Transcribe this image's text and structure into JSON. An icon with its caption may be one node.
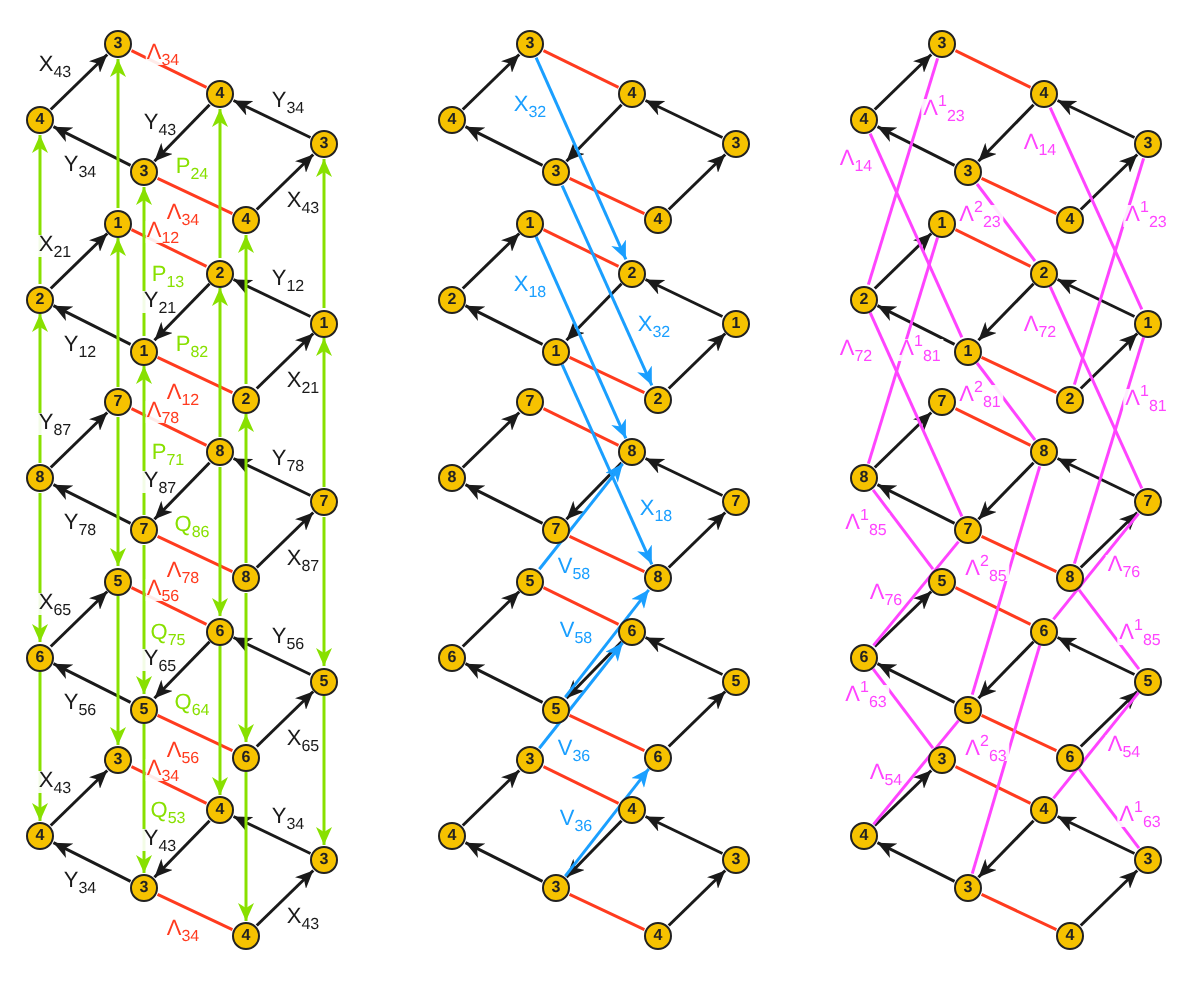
{
  "diagram": {
    "nodes": [
      {
        "text": [
          "3"
        ]
      },
      {
        "text": [
          "4"
        ]
      },
      {
        "text": [
          "4"
        ]
      },
      {
        "text": [
          "3"
        ]
      },
      {
        "text": [
          "3"
        ]
      },
      {
        "text": [
          "4"
        ]
      },
      {
        "text": [
          "1"
        ]
      },
      {
        "text": [
          "2"
        ]
      },
      {
        "text": [
          "2"
        ]
      },
      {
        "text": [
          "1"
        ]
      },
      {
        "text": [
          "1"
        ]
      },
      {
        "text": [
          "2"
        ]
      },
      {
        "text": [
          "7"
        ]
      },
      {
        "text": [
          "8"
        ]
      },
      {
        "text": [
          "8"
        ]
      },
      {
        "text": [
          "7"
        ]
      },
      {
        "text": [
          "7"
        ]
      },
      {
        "text": [
          "8"
        ]
      },
      {
        "text": [
          "5"
        ]
      },
      {
        "text": [
          "6"
        ]
      },
      {
        "text": [
          "6"
        ]
      },
      {
        "text": [
          "5"
        ]
      },
      {
        "text": [
          "5"
        ]
      },
      {
        "text": [
          "6"
        ]
      },
      {
        "text": [
          "3"
        ]
      },
      {
        "text": [
          "4"
        ]
      },
      {
        "text": [
          "4"
        ]
      },
      {
        "text": [
          "3"
        ]
      },
      {
        "text": [
          "3"
        ]
      },
      {
        "text": [
          "4"
        ]
      },
      {
        "text": [
          "3"
        ]
      },
      {
        "text": [
          "4"
        ]
      },
      {
        "text": [
          "4"
        ]
      },
      {
        "text": [
          "3"
        ]
      },
      {
        "text": [
          "3"
        ]
      },
      {
        "text": [
          "4"
        ]
      },
      {
        "text": [
          "1"
        ]
      },
      {
        "text": [
          "2"
        ]
      },
      {
        "text": [
          "2"
        ]
      },
      {
        "text": [
          "1"
        ]
      },
      {
        "text": [
          "1"
        ]
      },
      {
        "text": [
          "2"
        ]
      },
      {
        "text": [
          "7"
        ]
      },
      {
        "text": [
          "8"
        ]
      },
      {
        "text": [
          "8"
        ]
      },
      {
        "text": [
          "7"
        ]
      },
      {
        "text": [
          "7"
        ]
      },
      {
        "text": [
          "8"
        ]
      },
      {
        "text": [
          "5"
        ]
      },
      {
        "text": [
          "6"
        ]
      },
      {
        "text": [
          "6"
        ]
      },
      {
        "text": [
          "5"
        ]
      },
      {
        "text": [
          "5"
        ]
      },
      {
        "text": [
          "6"
        ]
      },
      {
        "text": [
          "3"
        ]
      },
      {
        "text": [
          "4"
        ]
      },
      {
        "text": [
          "4"
        ]
      },
      {
        "text": [
          "3"
        ]
      },
      {
        "text": [
          "3"
        ]
      },
      {
        "text": [
          "4"
        ]
      },
      {
        "text": [
          "3"
        ]
      },
      {
        "text": [
          "4"
        ]
      },
      {
        "text": [
          "4"
        ]
      },
      {
        "text": [
          "3"
        ]
      },
      {
        "text": [
          "3"
        ]
      },
      {
        "text": [
          "4"
        ]
      },
      {
        "text": [
          "1"
        ]
      },
      {
        "text": [
          "2"
        ]
      },
      {
        "text": [
          "2"
        ]
      },
      {
        "text": [
          "1"
        ]
      },
      {
        "text": [
          "1"
        ]
      },
      {
        "text": [
          "2"
        ]
      },
      {
        "text": [
          "7"
        ]
      },
      {
        "text": [
          "8"
        ]
      },
      {
        "text": [
          "8"
        ]
      },
      {
        "text": [
          "7"
        ]
      },
      {
        "text": [
          "7"
        ]
      },
      {
        "text": [
          "8"
        ]
      },
      {
        "text": [
          "5"
        ]
      },
      {
        "text": [
          "6"
        ]
      },
      {
        "text": [
          "6"
        ]
      },
      {
        "text": [
          "5"
        ]
      },
      {
        "text": [
          "5"
        ]
      },
      {
        "text": [
          "6"
        ]
      },
      {
        "text": [
          "3"
        ]
      },
      {
        "text": [
          "4"
        ]
      },
      {
        "text": [
          "4"
        ]
      },
      {
        "text": [
          "3"
        ]
      },
      {
        "text": [
          "3"
        ]
      },
      {
        "text": [
          "4"
        ]
      }
    ],
    "edges": [
      {
        "from": 1,
        "to": 0,
        "arrow": "to",
        "label": "X$_{43}$"
      },
      {
        "from": 3,
        "to": 1,
        "arrow": "to",
        "label": "Y$_{34}$"
      },
      {
        "from": 2,
        "to": 3,
        "arrow": "to",
        "label": "Y$_{43}$"
      },
      {
        "from": 4,
        "to": 2,
        "arrow": "to",
        "label": "Y$_{34}$"
      },
      {
        "from": 5,
        "to": 4,
        "arrow": "to",
        "label": "X$_{43}$"
      },
      {
        "from": 0,
        "to": 2,
        "arrow": "none",
        "label": "Λ$_{34}$",
        "color": "#ff3b1f"
      },
      {
        "from": 3,
        "to": 5,
        "arrow": "none",
        "label": "Λ$_{34}$",
        "color": "#ff3b1f"
      },
      {
        "from": 7,
        "to": 6,
        "arrow": "to",
        "label": "X$_{21}$"
      },
      {
        "from": 9,
        "to": 7,
        "arrow": "to",
        "label": "Y$_{12}$"
      },
      {
        "from": 8,
        "to": 9,
        "arrow": "to",
        "label": "Y$_{21}$"
      },
      {
        "from": 10,
        "to": 8,
        "arrow": "to",
        "label": "Y$_{12}$"
      },
      {
        "from": 11,
        "to": 10,
        "arrow": "to",
        "label": "X$_{21}$"
      },
      {
        "from": 6,
        "to": 8,
        "arrow": "none",
        "label": "Λ$_{12}$",
        "color": "#ff3b1f"
      },
      {
        "from": 9,
        "to": 11,
        "arrow": "none",
        "label": "Λ$_{12}$",
        "color": "#ff3b1f"
      },
      {
        "from": 13,
        "to": 12,
        "arrow": "to",
        "label": "Y$_{87}$"
      },
      {
        "from": 15,
        "to": 13,
        "arrow": "to",
        "label": "Y$_{78}$"
      },
      {
        "from": 14,
        "to": 15,
        "arrow": "to",
        "label": "Y$_{87}$"
      },
      {
        "from": 16,
        "to": 14,
        "arrow": "to",
        "label": "Y$_{78}$"
      },
      {
        "from": 17,
        "to": 16,
        "arrow": "to",
        "label": "X$_{87}$"
      },
      {
        "from": 12,
        "to": 14,
        "arrow": "none",
        "label": "Λ$_{78}$",
        "color": "#ff3b1f"
      },
      {
        "from": 15,
        "to": 17,
        "arrow": "none",
        "label": "Λ$_{78}$",
        "color": "#ff3b1f"
      },
      {
        "from": 19,
        "to": 18,
        "arrow": "to",
        "label": "X$_{65}$"
      },
      {
        "from": 21,
        "to": 19,
        "arrow": "to",
        "label": "Y$_{56}$"
      },
      {
        "from": 20,
        "to": 21,
        "arrow": "to",
        "label": "Y$_{65}$"
      },
      {
        "from": 22,
        "to": 20,
        "arrow": "to",
        "label": "Y$_{56}$"
      },
      {
        "from": 23,
        "to": 22,
        "arrow": "to",
        "label": "X$_{65}$"
      },
      {
        "from": 18,
        "to": 20,
        "arrow": "none",
        "label": "Λ$_{56}$",
        "color": "#ff3b1f"
      },
      {
        "from": 21,
        "to": 23,
        "arrow": "none",
        "label": "Λ$_{56}$",
        "color": "#ff3b1f"
      },
      {
        "from": 25,
        "to": 24,
        "arrow": "to",
        "label": "X$_{43}$"
      },
      {
        "from": 27,
        "to": 25,
        "arrow": "to",
        "label": "Y$_{34}$"
      },
      {
        "from": 26,
        "to": 27,
        "arrow": "to",
        "label": "Y$_{43}$"
      },
      {
        "from": 28,
        "to": 26,
        "arrow": "to",
        "label": "Y$_{34}$"
      },
      {
        "from": 29,
        "to": 28,
        "arrow": "to",
        "label": "X$_{43}$"
      },
      {
        "from": 24,
        "to": 26,
        "arrow": "none",
        "label": "Λ$_{34}$",
        "color": "#ff3b1f"
      },
      {
        "from": 27,
        "to": 29,
        "arrow": "none",
        "label": "Λ$_{34}$",
        "color": "#ff3b1f"
      },
      {
        "from": 6,
        "to": 0,
        "arrow": "to",
        "color": "#88e000"
      },
      {
        "from": 7,
        "to": 1,
        "arrow": "to",
        "color": "#88e000"
      },
      {
        "from": 8,
        "to": 2,
        "arrow": "to",
        "label": "P$_{24}$",
        "color": "#88e000"
      },
      {
        "from": 9,
        "to": 3,
        "arrow": "to",
        "label": "P$_{13}$",
        "color": "#88e000"
      },
      {
        "from": 10,
        "to": 4,
        "arrow": "to",
        "color": "#88e000"
      },
      {
        "from": 11,
        "to": 5,
        "arrow": "to",
        "color": "#88e000"
      },
      {
        "from": 12,
        "to": 6,
        "arrow": "to",
        "color": "#88e000"
      },
      {
        "from": 13,
        "to": 7,
        "arrow": "to",
        "color": "#88e000"
      },
      {
        "from": 14,
        "to": 8,
        "arrow": "to",
        "label": "P$_{82}$",
        "color": "#88e000"
      },
      {
        "from": 15,
        "to": 9,
        "arrow": "to",
        "label": "P$_{71}$",
        "color": "#88e000"
      },
      {
        "from": 16,
        "to": 10,
        "arrow": "to",
        "color": "#88e000"
      },
      {
        "from": 17,
        "to": 11,
        "arrow": "to",
        "color": "#88e000"
      },
      {
        "from": 12,
        "to": 18,
        "arrow": "to",
        "color": "#88e000"
      },
      {
        "from": 13,
        "to": 19,
        "arrow": "to",
        "color": "#88e000"
      },
      {
        "from": 14,
        "to": 20,
        "arrow": "to",
        "label": "Q$_{86}$",
        "color": "#88e000"
      },
      {
        "from": 15,
        "to": 21,
        "arrow": "to",
        "label": "Q$_{75}$",
        "color": "#88e000"
      },
      {
        "from": 16,
        "to": 22,
        "arrow": "to",
        "color": "#88e000"
      },
      {
        "from": 17,
        "to": 23,
        "arrow": "to",
        "color": "#88e000"
      },
      {
        "from": 18,
        "to": 24,
        "arrow": "to",
        "color": "#88e000"
      },
      {
        "from": 19,
        "to": 25,
        "arrow": "to",
        "color": "#88e000"
      },
      {
        "from": 20,
        "to": 26,
        "arrow": "to",
        "label": "Q$_{64}$",
        "color": "#88e000"
      },
      {
        "from": 21,
        "to": 27,
        "arrow": "to",
        "label": "Q$_{53}$",
        "color": "#88e000"
      },
      {
        "from": 22,
        "to": 28,
        "arrow": "to",
        "color": "#88e000"
      },
      {
        "from": 23,
        "to": 29,
        "arrow": "to",
        "color": "#88e000"
      },
      {
        "from": 31,
        "to": 30,
        "arrow": "to"
      },
      {
        "from": 33,
        "to": 31,
        "arrow": "to"
      },
      {
        "from": 32,
        "to": 33,
        "arrow": "to"
      },
      {
        "from": 34,
        "to": 32,
        "arrow": "to"
      },
      {
        "from": 35,
        "to": 34,
        "arrow": "to"
      },
      {
        "from": 30,
        "to": 32,
        "arrow": "none",
        "color": "#ff3b1f"
      },
      {
        "from": 33,
        "to": 35,
        "arrow": "none",
        "color": "#ff3b1f"
      },
      {
        "from": 37,
        "to": 36,
        "arrow": "to"
      },
      {
        "from": 39,
        "to": 37,
        "arrow": "to"
      },
      {
        "from": 38,
        "to": 39,
        "arrow": "to"
      },
      {
        "from": 40,
        "to": 38,
        "arrow": "to"
      },
      {
        "from": 41,
        "to": 40,
        "arrow": "to"
      },
      {
        "from": 36,
        "to": 38,
        "arrow": "none",
        "color": "#ff3b1f"
      },
      {
        "from": 39,
        "to": 41,
        "arrow": "none",
        "color": "#ff3b1f"
      },
      {
        "from": 43,
        "to": 42,
        "arrow": "to"
      },
      {
        "from": 45,
        "to": 43,
        "arrow": "to"
      },
      {
        "from": 44,
        "to": 45,
        "arrow": "to"
      },
      {
        "from": 46,
        "to": 44,
        "arrow": "to"
      },
      {
        "from": 47,
        "to": 46,
        "arrow": "to"
      },
      {
        "from": 42,
        "to": 44,
        "arrow": "none",
        "color": "#ff3b1f"
      },
      {
        "from": 45,
        "to": 47,
        "arrow": "none",
        "color": "#ff3b1f"
      },
      {
        "from": 49,
        "to": 48,
        "arrow": "to"
      },
      {
        "from": 51,
        "to": 49,
        "arrow": "to"
      },
      {
        "from": 50,
        "to": 51,
        "arrow": "to"
      },
      {
        "from": 52,
        "to": 50,
        "arrow": "to"
      },
      {
        "from": 53,
        "to": 52,
        "arrow": "to"
      },
      {
        "from": 48,
        "to": 50,
        "arrow": "none",
        "color": "#ff3b1f"
      },
      {
        "from": 51,
        "to": 53,
        "arrow": "none",
        "color": "#ff3b1f"
      },
      {
        "from": 55,
        "to": 54,
        "arrow": "to"
      },
      {
        "from": 57,
        "to": 55,
        "arrow": "to"
      },
      {
        "from": 56,
        "to": 57,
        "arrow": "to"
      },
      {
        "from": 58,
        "to": 56,
        "arrow": "to"
      },
      {
        "from": 59,
        "to": 58,
        "arrow": "to"
      },
      {
        "from": 54,
        "to": 56,
        "arrow": "none",
        "color": "#ff3b1f"
      },
      {
        "from": 57,
        "to": 59,
        "arrow": "none",
        "color": "#ff3b1f"
      },
      {
        "from": 30,
        "to": 38,
        "arrow": "to",
        "label": "X$_{32}$",
        "color": "#1a9fff"
      },
      {
        "from": 33,
        "to": 41,
        "arrow": "to",
        "label": "X$_{32}$",
        "color": "#1a9fff"
      },
      {
        "from": 36,
        "to": 44,
        "arrow": "to",
        "label": "X$_{18}$",
        "color": "#1a9fff"
      },
      {
        "from": 39,
        "to": 47,
        "arrow": "to",
        "label": "X$_{18}$",
        "color": "#1a9fff"
      },
      {
        "from": 48,
        "to": 44,
        "arrow": "to",
        "label": "V$_{58}$",
        "color": "#1a9fff"
      },
      {
        "from": 51,
        "to": 47,
        "arrow": "to",
        "label": "V$_{58}$",
        "color": "#1a9fff"
      },
      {
        "from": 54,
        "to": 50,
        "arrow": "to",
        "label": "V$_{36}$",
        "color": "#1a9fff"
      },
      {
        "from": 57,
        "to": 53,
        "arrow": "to",
        "label": "V$_{36}$",
        "color": "#1a9fff"
      },
      {
        "from": 61,
        "to": 60,
        "arrow": "to"
      },
      {
        "from": 63,
        "to": 61,
        "arrow": "to"
      },
      {
        "from": 62,
        "to": 63,
        "arrow": "to"
      },
      {
        "from": 64,
        "to": 62,
        "arrow": "to"
      },
      {
        "from": 65,
        "to": 64,
        "arrow": "to"
      },
      {
        "from": 60,
        "to": 62,
        "arrow": "none",
        "color": "#ff3b1f"
      },
      {
        "from": 63,
        "to": 65,
        "arrow": "none",
        "color": "#ff3b1f"
      },
      {
        "from": 67,
        "to": 66,
        "arrow": "to"
      },
      {
        "from": 69,
        "to": 67,
        "arrow": "to"
      },
      {
        "from": 68,
        "to": 69,
        "arrow": "to"
      },
      {
        "from": 70,
        "to": 68,
        "arrow": "to"
      },
      {
        "from": 71,
        "to": 70,
        "arrow": "to"
      },
      {
        "from": 66,
        "to": 68,
        "arrow": "none",
        "color": "#ff3b1f"
      },
      {
        "from": 69,
        "to": 71,
        "arrow": "none",
        "color": "#ff3b1f"
      },
      {
        "from": 73,
        "to": 72,
        "arrow": "to"
      },
      {
        "from": 75,
        "to": 73,
        "arrow": "to"
      },
      {
        "from": 74,
        "to": 75,
        "arrow": "to"
      },
      {
        "from": 76,
        "to": 74,
        "arrow": "to"
      },
      {
        "from": 77,
        "to": 76,
        "arrow": "to"
      },
      {
        "from": 72,
        "to": 74,
        "arrow": "none",
        "color": "#ff3b1f"
      },
      {
        "from": 75,
        "to": 77,
        "arrow": "none",
        "color": "#ff3b1f"
      },
      {
        "from": 79,
        "to": 78,
        "arrow": "to"
      },
      {
        "from": 81,
        "to": 79,
        "arrow": "to"
      },
      {
        "from": 80,
        "to": 81,
        "arrow": "to"
      },
      {
        "from": 82,
        "to": 80,
        "arrow": "to"
      },
      {
        "from": 83,
        "to": 82,
        "arrow": "to"
      },
      {
        "from": 78,
        "to": 80,
        "arrow": "none",
        "color": "#ff3b1f"
      },
      {
        "from": 81,
        "to": 83,
        "arrow": "none",
        "color": "#ff3b1f"
      },
      {
        "from": 85,
        "to": 84,
        "arrow": "to"
      },
      {
        "from": 87,
        "to": 85,
        "arrow": "to"
      },
      {
        "from": 86,
        "to": 87,
        "arrow": "to"
      },
      {
        "from": 88,
        "to": 86,
        "arrow": "to"
      },
      {
        "from": 89,
        "to": 88,
        "arrow": "to"
      },
      {
        "from": 84,
        "to": 86,
        "arrow": "none",
        "color": "#ff3b1f"
      },
      {
        "from": 87,
        "to": 89,
        "arrow": "none",
        "color": "#ff3b1f"
      },
      {
        "from": 61,
        "to": 69,
        "arrow": "none",
        "label": "Λ$_{14}$",
        "color": "#ff44ff"
      },
      {
        "from": 62,
        "to": 70,
        "arrow": "none",
        "label": "Λ$_{14}$",
        "color": "#ff44ff"
      },
      {
        "from": 60,
        "to": 67,
        "arrow": "none",
        "label": "Λ$^{1}$$_{23}$",
        "color": "#ff44ff"
      },
      {
        "from": 64,
        "to": 71,
        "arrow": "none",
        "label": "Λ$^{1}$$_{23}$",
        "color": "#ff44ff"
      },
      {
        "from": 63,
        "to": 68,
        "arrow": "none",
        "label": "Λ$^{2}$$_{23}$",
        "color": "#ff44ff"
      },
      {
        "from": 67,
        "to": 75,
        "arrow": "none",
        "label": "Λ$_{72}$",
        "color": "#ff44ff"
      },
      {
        "from": 68,
        "to": 76,
        "arrow": "none",
        "label": "Λ$_{72}$",
        "color": "#ff44ff"
      },
      {
        "from": 66,
        "to": 73,
        "arrow": "none",
        "label": "Λ$^{1}$$_{81}$",
        "color": "#ff44ff"
      },
      {
        "from": 70,
        "to": 77,
        "arrow": "none",
        "label": "Λ$^{1}$$_{81}$",
        "color": "#ff44ff"
      },
      {
        "from": 69,
        "to": 74,
        "arrow": "none",
        "label": "Λ$^{2}$$_{81}$",
        "color": "#ff44ff"
      },
      {
        "from": 79,
        "to": 75,
        "arrow": "none",
        "label": "Λ$_{76}$",
        "color": "#ff44ff"
      },
      {
        "from": 80,
        "to": 76,
        "arrow": "none",
        "label": "Λ$_{76}$",
        "color": "#ff44ff"
      },
      {
        "from": 73,
        "to": 78,
        "arrow": "none",
        "label": "Λ$^{1}$$_{85}$",
        "color": "#ff44ff"
      },
      {
        "from": 77,
        "to": 82,
        "arrow": "none",
        "label": "Λ$^{1}$$_{85}$",
        "color": "#ff44ff"
      },
      {
        "from": 74,
        "to": 81,
        "arrow": "none",
        "label": "Λ$^{2}$$_{85}$",
        "color": "#ff44ff"
      },
      {
        "from": 85,
        "to": 81,
        "arrow": "none",
        "label": "Λ$_{54}$",
        "color": "#ff44ff"
      },
      {
        "from": 86,
        "to": 82,
        "arrow": "none",
        "label": "Λ$_{54}$",
        "color": "#ff44ff"
      },
      {
        "from": 79,
        "to": 84,
        "arrow": "none",
        "label": "Λ$^{1}$$_{63}$",
        "color": "#ff44ff"
      },
      {
        "from": 83,
        "to": 88,
        "arrow": "none",
        "label": "Λ$^{1}$$_{63}$",
        "color": "#ff44ff"
      },
      {
        "from": 80,
        "to": 87,
        "arrow": "none",
        "label": "Λ$^{2}$$_{63}$",
        "color": "#ff44ff"
      }
    ]
  }
}
